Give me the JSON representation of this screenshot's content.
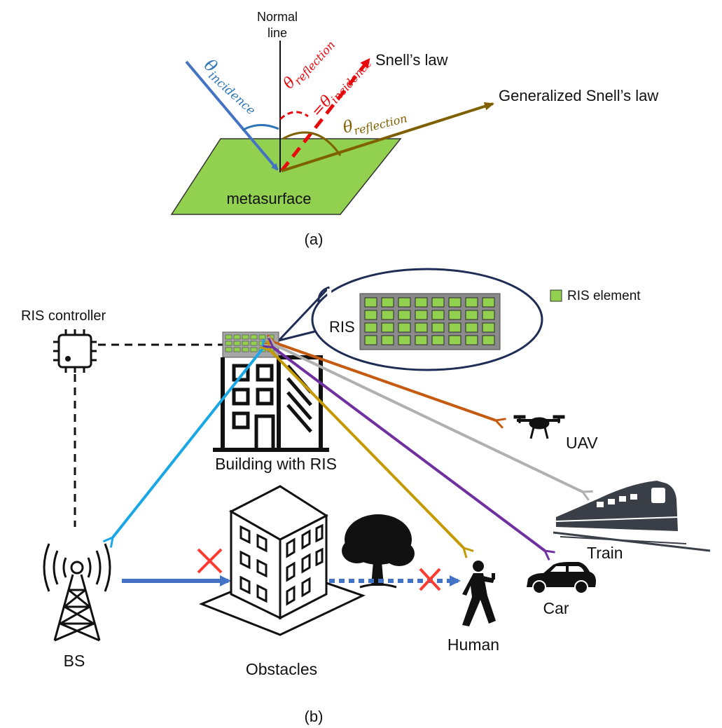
{
  "panel_a": {
    "normal_line_label_1": "Normal",
    "normal_line_label_2": "line",
    "theta_incidence": "θincidence",
    "theta_reflection_red": "θreflection",
    "equals_incidence": "=θincidence",
    "snells_law": "Snell’s law",
    "generalized_snells_law": "Generalized Snell’s law",
    "theta_reflection_olive": "θreflection",
    "metasurface": "metasurface",
    "caption": "(a)"
  },
  "panel_b": {
    "legend_ris_element": "RIS element",
    "ris_controller": "RIS controller",
    "ris_bubble_label": "RIS",
    "building_with_ris": "Building with RIS",
    "uav": "UAV",
    "train": "Train",
    "bs": "BS",
    "obstacles": "Obstacles",
    "human": "Human",
    "car": "Car",
    "caption": "(b)"
  },
  "colors": {
    "incidence_blue": "#4472c4",
    "snell_red": "#e8090d",
    "generalized_olive": "#7f6000",
    "metasurface_green": "#92d050",
    "ris_blue_link": "#1aa7e5",
    "uav_orange": "#c55a11",
    "train_gray": "#b0b0b0",
    "human_gold": "#c49a00",
    "car_purple": "#7030a0",
    "blocked_cross": "#ff3b30"
  }
}
